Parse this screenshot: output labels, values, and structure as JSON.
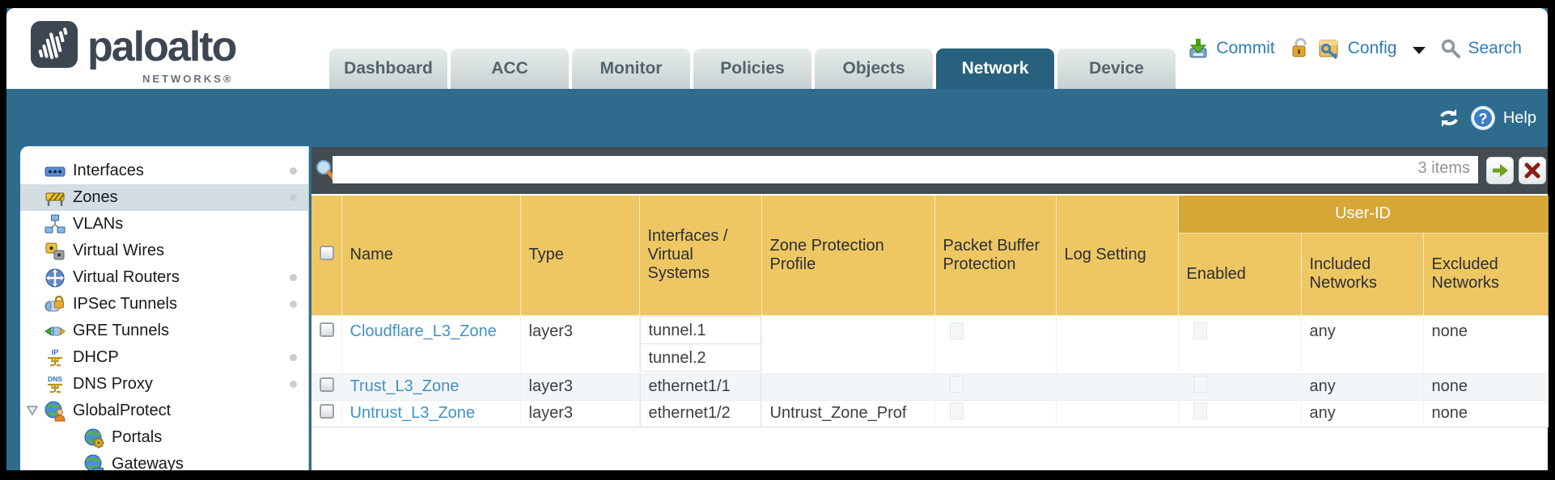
{
  "header": {
    "brand": "paloalto",
    "brand_sub": "NETWORKS®",
    "tabs": [
      {
        "label": "Dashboard",
        "active": false
      },
      {
        "label": "ACC",
        "active": false
      },
      {
        "label": "Monitor",
        "active": false
      },
      {
        "label": "Policies",
        "active": false
      },
      {
        "label": "Objects",
        "active": false
      },
      {
        "label": "Network",
        "active": true
      },
      {
        "label": "Device",
        "active": false
      }
    ],
    "actions": {
      "commit": "Commit",
      "config": "Config",
      "search": "Search"
    }
  },
  "toolbar": {
    "help": "Help"
  },
  "sidebar": {
    "items": [
      {
        "label": "Interfaces",
        "icon": "interfaces-icon",
        "dot": true,
        "selected": false
      },
      {
        "label": "Zones",
        "icon": "zones-icon",
        "dot": true,
        "selected": true
      },
      {
        "label": "VLANs",
        "icon": "vlans-icon",
        "dot": false,
        "selected": false
      },
      {
        "label": "Virtual Wires",
        "icon": "virtual-wires-icon",
        "dot": false,
        "selected": false
      },
      {
        "label": "Virtual Routers",
        "icon": "virtual-routers-icon",
        "dot": true,
        "selected": false
      },
      {
        "label": "IPSec Tunnels",
        "icon": "ipsec-tunnels-icon",
        "dot": true,
        "selected": false
      },
      {
        "label": "GRE Tunnels",
        "icon": "gre-tunnels-icon",
        "dot": false,
        "selected": false
      },
      {
        "label": "DHCP",
        "icon": "dhcp-icon",
        "dot": true,
        "selected": false
      },
      {
        "label": "DNS Proxy",
        "icon": "dns-proxy-icon",
        "dot": true,
        "selected": false
      },
      {
        "label": "GlobalProtect",
        "icon": "globalprotect-icon",
        "dot": false,
        "selected": false,
        "expanded": true
      },
      {
        "label": "Portals",
        "icon": "portals-icon",
        "dot": false,
        "selected": false,
        "child": true
      },
      {
        "label": "Gateways",
        "icon": "gateways-icon",
        "dot": false,
        "selected": false,
        "child": true
      }
    ]
  },
  "filter": {
    "value": "",
    "placeholder": "",
    "count": "3 items"
  },
  "table": {
    "group_header": "User-ID",
    "columns": [
      "Name",
      "Type",
      "Interfaces / Virtual Systems",
      "Zone Protection Profile",
      "Packet Buffer Protection",
      "Log Setting",
      "Enabled",
      "Included Networks",
      "Excluded Networks"
    ],
    "rows": [
      {
        "name": "Cloudflare_L3_Zone",
        "type": "layer3",
        "interfaces": [
          "tunnel.1",
          "tunnel.2"
        ],
        "zone_protection_profile": "",
        "log_setting": "",
        "included_networks": "any",
        "excluded_networks": "none"
      },
      {
        "name": "Trust_L3_Zone",
        "type": "layer3",
        "interfaces": [
          "ethernet1/1"
        ],
        "zone_protection_profile": "",
        "log_setting": "",
        "included_networks": "any",
        "excluded_networks": "none"
      },
      {
        "name": "Untrust_L3_Zone",
        "type": "layer3",
        "interfaces": [
          "ethernet1/2"
        ],
        "zone_protection_profile": "Untrust_Zone_Prof",
        "log_setting": "",
        "included_networks": "any",
        "excluded_networks": "none"
      }
    ]
  },
  "colors": {
    "accent_teal": "#2e6b8c",
    "header_gold": "#eec763",
    "header_gold_dark": "#d5a737",
    "link_blue": "#4191c1",
    "action_blue": "#2e7cb8",
    "filter_strip": "#424c51"
  }
}
